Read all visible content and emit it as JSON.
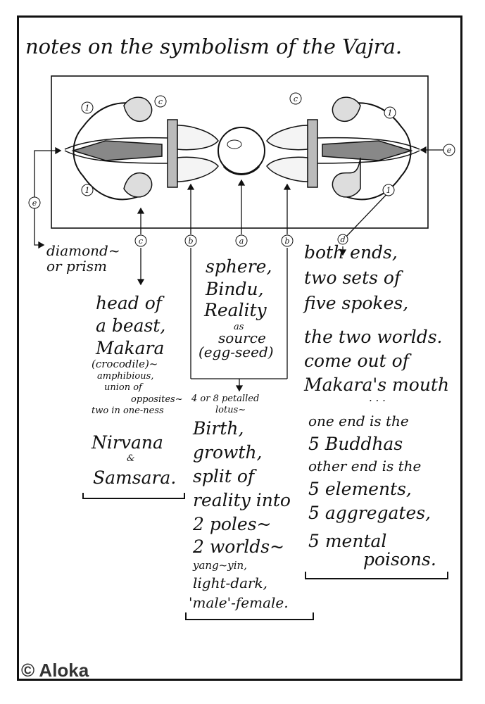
{
  "title": "notes on the symbolism of the Vajra.",
  "markers": {
    "one": "1",
    "a": "a",
    "b": "b",
    "c": "c",
    "d": "d",
    "e": "e"
  },
  "labels": {
    "diamond": [
      "diamond~",
      "or prism"
    ],
    "head_of_beast": [
      "head of",
      "a beast,",
      "Makara",
      "(crocodile)~",
      "amphibious,",
      "union of",
      "opposites~",
      "two in one-ness"
    ],
    "nirvana": [
      "Nirvana",
      "&",
      "Samsara."
    ],
    "sphere": [
      "sphere,",
      "Bindu,",
      "Reality",
      "as",
      "source",
      "(egg-seed)"
    ],
    "lotus": [
      "4 or 8 petalled",
      "lotus~"
    ],
    "birth": [
      "Birth,",
      "growth,",
      "split of",
      "reality into",
      "2 poles~",
      "2 worlds~",
      "yang~yin,",
      "light-dark,",
      "'male'-female."
    ],
    "both_ends": [
      "both ends,",
      "two sets of",
      "five spokes,",
      "the two worlds.",
      "come out of",
      "Makara's mouth",
      ". . ."
    ],
    "buddhas": [
      "one end is the",
      "5 Buddhas",
      "other end is the",
      "5 elements,",
      "5 aggregates,",
      "5 mental",
      "poisons."
    ]
  },
  "copyright": "© Aloka"
}
